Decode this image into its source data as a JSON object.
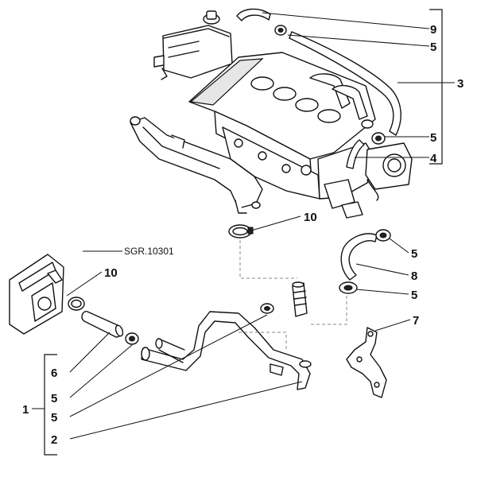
{
  "diagram": {
    "reference_code": "SGR.10301",
    "callouts": {
      "c9": "9",
      "c5_top": "5",
      "c3": "3",
      "c5_mid": "5",
      "c4": "4",
      "c10_right": "10",
      "c10_left": "10",
      "c5_r1": "5",
      "c8": "8",
      "c5_r2": "5",
      "c7": "7",
      "c6": "6",
      "c5_l1": "5",
      "c1": "1",
      "c5_l2": "5",
      "c2": "2"
    }
  }
}
